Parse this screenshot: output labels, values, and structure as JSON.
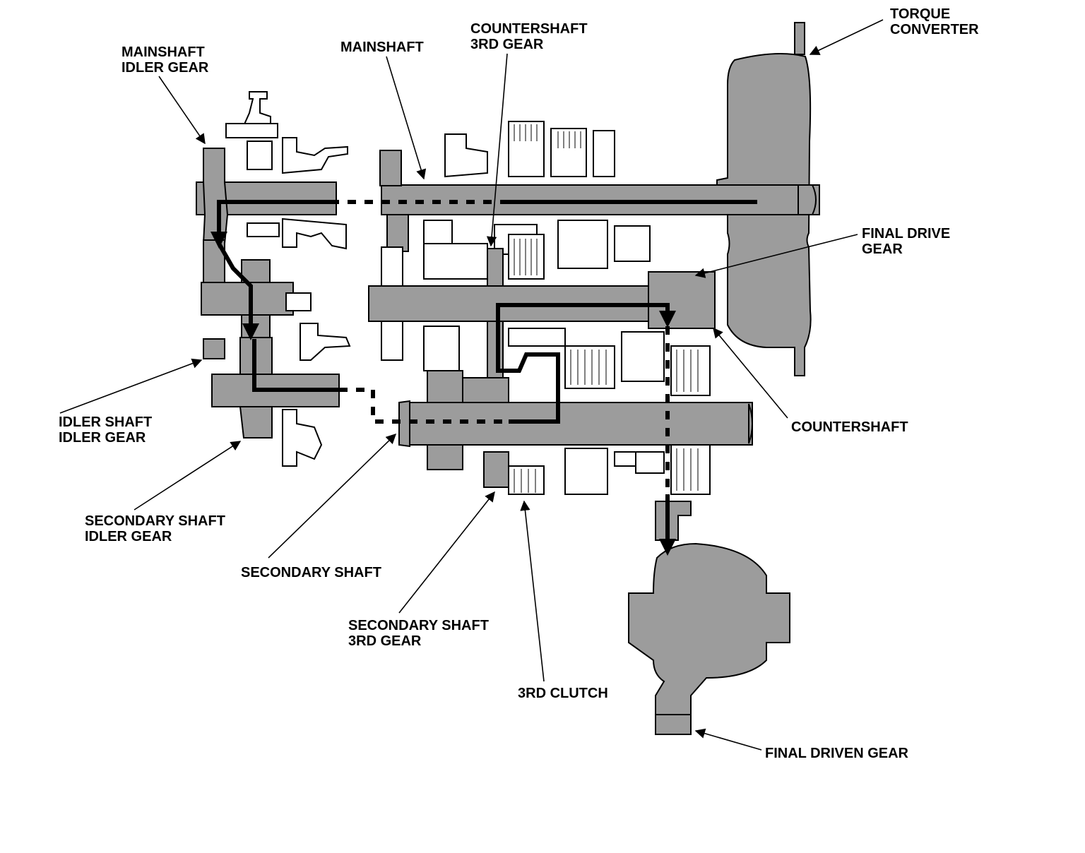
{
  "colors": {
    "part_fill": "#9c9c9c",
    "part_outline": "#000000",
    "power_flow": "#000000",
    "background": "#ffffff"
  },
  "labels": {
    "torque_converter": [
      "TORQUE",
      "CONVERTER"
    ],
    "mainshaft_idler_gear": [
      "MAINSHAFT",
      "IDLER GEAR"
    ],
    "mainshaft": [
      "MAINSHAFT"
    ],
    "countershaft_3rd_gear": [
      "COUNTERSHAFT",
      "3RD GEAR"
    ],
    "final_drive_gear": [
      "FINAL DRIVE",
      "GEAR"
    ],
    "countershaft": [
      "COUNTERSHAFT"
    ],
    "idler_shaft_idler_gear": [
      "IDLER SHAFT",
      "IDLER GEAR"
    ],
    "secondary_shaft_idler_gear": [
      "SECONDARY SHAFT",
      "IDLER GEAR"
    ],
    "secondary_shaft": [
      "SECONDARY SHAFT"
    ],
    "secondary_shaft_3rd_gear": [
      "SECONDARY SHAFT",
      "3RD GEAR"
    ],
    "third_clutch": [
      "3RD CLUTCH"
    ],
    "final_driven_gear": [
      "FINAL DRIVEN GEAR"
    ]
  }
}
